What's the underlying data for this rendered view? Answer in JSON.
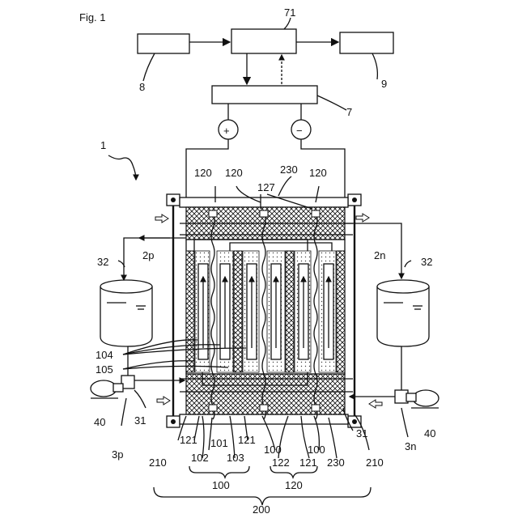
{
  "figure": {
    "title": "Fig. 1"
  },
  "blocks": {
    "b71": "71",
    "b8": "8",
    "b9": "9",
    "b7": "7"
  },
  "poles": {
    "plus": "+",
    "minus": "−"
  },
  "labels": {
    "l1": "1",
    "l120a": "120",
    "l120b": "120",
    "l230top": "230",
    "l120c": "120",
    "l127": "127",
    "l32left": "32",
    "l2p": "2p",
    "l2n": "2n",
    "l32right": "32",
    "l104": "104",
    "l105": "105",
    "l40left": "40",
    "l31left": "31",
    "l3p": "3p",
    "l210left": "210",
    "l121a": "121",
    "l101": "101",
    "l121b": "121",
    "l102": "102",
    "l103": "103",
    "l100a": "100",
    "l100b": "100",
    "l122": "122",
    "l121c": "121",
    "l230bottom": "230",
    "l31right": "31",
    "l40right": "40",
    "l3n": "3n",
    "l210right": "210",
    "l100group": "100",
    "l120group": "120",
    "l200": "200"
  }
}
